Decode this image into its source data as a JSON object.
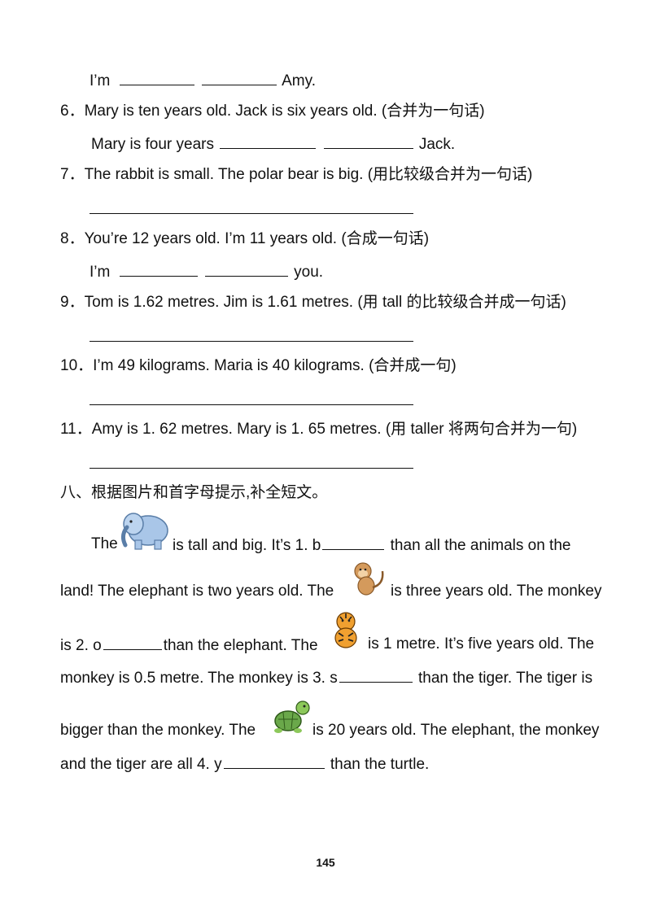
{
  "q5": {
    "pre": "I’m",
    "post": "Amy."
  },
  "q6": {
    "num": "6．",
    "text": "Mary is ten years old. Jack is six years old. (合并为一句话)",
    "ans_pre": "Mary is four years",
    "ans_post": "Jack."
  },
  "q7": {
    "num": "7．",
    "text": "The rabbit is small. The polar bear is big. (用比较级合并为一句话)"
  },
  "q8": {
    "num": "8．",
    "text": "You’re 12 years old. I’m 11 years old. (合成一句话)",
    "ans_pre": "I’m",
    "ans_post": "you."
  },
  "q9": {
    "num": "9．",
    "text": "Tom is 1.62 metres. Jim is 1.61 metres. (用 tall 的比较级合并成一句话)"
  },
  "q10": {
    "num": "10．",
    "text": "I’m 49 kilograms. Maria is 40 kilograms. (合并成一句)"
  },
  "q11": {
    "num": "11．",
    "text": "Amy is 1. 62 metres. Mary is 1. 65 metres. (用 taller 将两句合并为一句)"
  },
  "section8": {
    "title": "八、根据图片和首字母提示,补全短文。"
  },
  "passage": {
    "p1a": "The",
    "p1b": "is tall and big. It’s 1. b",
    "p1c": "than all the animals on the",
    "p2a": "land! The elephant is two years old. The",
    "p2b": "is three years old. The monkey",
    "p3a": "is 2. o",
    "p3b": "than the elephant. The",
    "p3c": "is 1 metre. It’s five years old. The",
    "p4a": "monkey is 0.5 metre. The monkey is 3. s",
    "p4b": "than the tiger. The tiger is",
    "p5a": "bigger than the monkey. The",
    "p5b": "is 20 years old. The elephant, the monkey",
    "p6a": "and the tiger are all 4. y",
    "p6b": "than the turtle."
  },
  "icons": {
    "elephant": "elephant-icon",
    "monkey": "monkey-icon",
    "tiger": "tiger-icon",
    "turtle": "turtle-icon"
  },
  "page_number": "145"
}
